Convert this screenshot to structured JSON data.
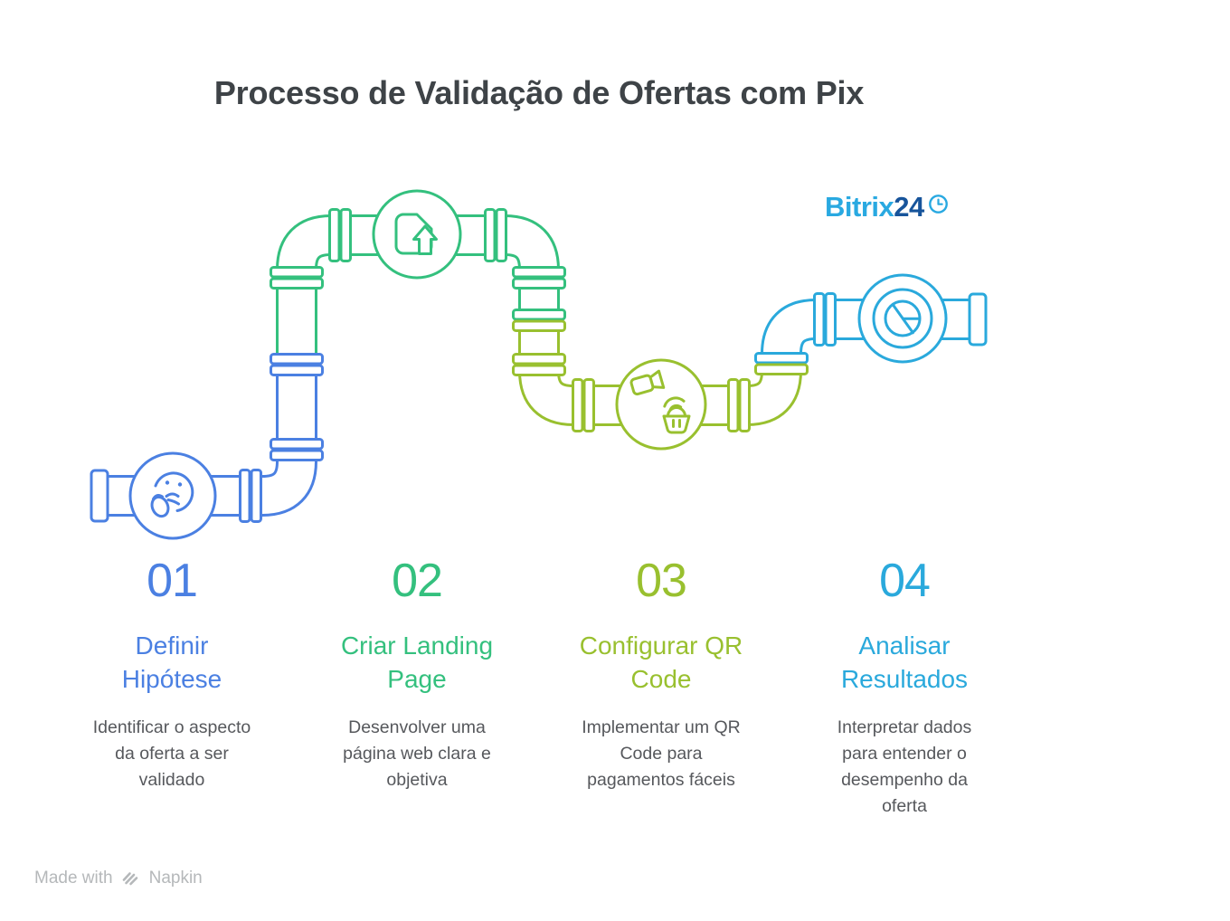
{
  "title": "Processo de Validação de Ofertas com Pix",
  "brand": {
    "primary": "Bitrix",
    "secondary": "24",
    "icon": "clock-icon"
  },
  "steps": [
    {
      "number": "01",
      "heading": "Definir\nHipótese",
      "description": "Identificar o aspecto\nda oferta a ser\nvalidado",
      "icon": "thinking-face-icon",
      "color_key": "blue"
    },
    {
      "number": "02",
      "heading": "Criar Landing\nPage",
      "description": "Desenvolver uma\npágina web clara e\nobjetiva",
      "icon": "document-upload-icon",
      "color_key": "green"
    },
    {
      "number": "03",
      "heading": "Configurar QR\nCode",
      "description": "Implementar um QR\nCode para\npagamentos fáceis",
      "icon": "camera-scan-basket-icon",
      "color_key": "olive"
    },
    {
      "number": "04",
      "heading": "Analisar\nResultados",
      "description": "Interpretar dados\npara entender o\ndesempenho da\noferta",
      "icon": "pie-chart-valve-icon",
      "color_key": "cyan"
    }
  ],
  "footer": {
    "made_with": "Made with",
    "brand": "Napkin",
    "icon": "napkin-logo-icon"
  },
  "colors": {
    "blue": "#4b80e2",
    "green": "#34c07e",
    "olive": "#99c02f",
    "cyan": "#2aa9dc",
    "title_text": "#3e4347",
    "body_text": "#56585c",
    "muted_text": "#b5b8ba",
    "brand_light": "#29a9e1",
    "brand_dark": "#17549b"
  }
}
